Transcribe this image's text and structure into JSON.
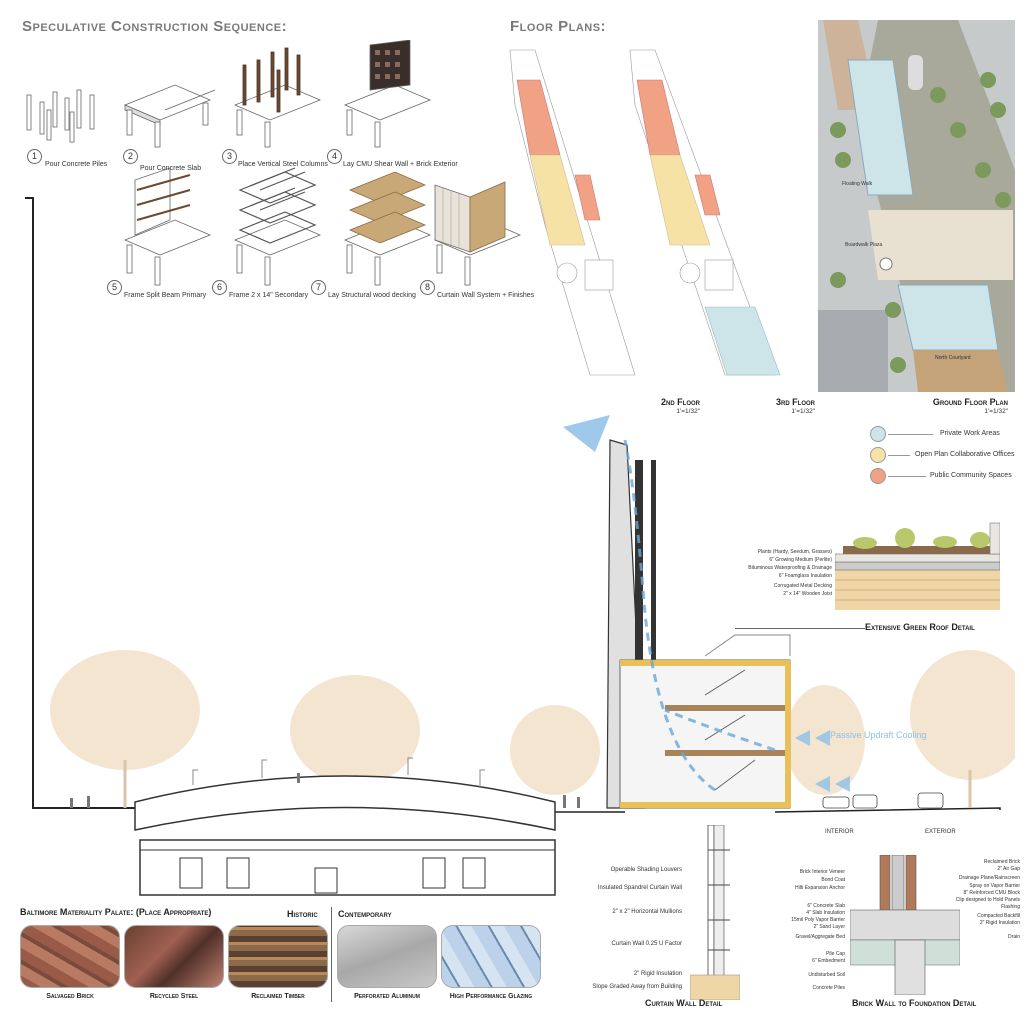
{
  "construction": {
    "title": "Speculative Construction Sequence:",
    "steps": [
      {
        "num": "1",
        "label": "Pour Concrete Piles"
      },
      {
        "num": "2",
        "label": "Pour Concrete Slab"
      },
      {
        "num": "3",
        "label": "Place Vertical Steel Columns"
      },
      {
        "num": "4",
        "label": "Lay CMU Shear Wall + Brick Exterior"
      },
      {
        "num": "5",
        "label": "Frame Split Beam Primary"
      },
      {
        "num": "6",
        "label": "Frame 2 x 14\" Secondary"
      },
      {
        "num": "7",
        "label": "Lay Structural wood decking"
      },
      {
        "num": "8",
        "label": "Curtain Wall System + Finishes"
      }
    ]
  },
  "floor_plans": {
    "title": "Floor Plans:",
    "plans": [
      {
        "name": "2nd Floor",
        "scale": "1'=1/32\""
      },
      {
        "name": "3rd Floor",
        "scale": "1'=1/32\""
      },
      {
        "name": "Ground Floor Plan",
        "scale": "1'=1/32\""
      }
    ],
    "ground_labels": {
      "a": "Floating Walk",
      "b": "Boardwalk Plaza",
      "c": "North Courtyard"
    },
    "legend": [
      {
        "label": "Private Work Areas",
        "color": "#cde5e8"
      },
      {
        "label": "Open Plan Collaborative  Offices",
        "color": "#f7e2a6"
      },
      {
        "label": "Public Community Spaces",
        "color": "#f1a184"
      }
    ]
  },
  "section": {
    "cooling_label": "Passive Updraft Cooling",
    "interior_label": "INTERIOR",
    "exterior_label": "EXTERIOR"
  },
  "green_roof": {
    "title": "Extensive Green Roof Detail",
    "notes": [
      "Plants (Hardy, Seedum, Grasses)",
      "6\" Growing Medium (Perlite)",
      "Bituminous Waterproofing & Drainage",
      "6\" Foamglass Insulation",
      "Corrugated Metal Decking",
      "2\" x 14\" Wooden Joist"
    ]
  },
  "curtain_wall": {
    "title": "Curtain Wall Detail",
    "notes": [
      "Operable Shading Louvers",
      "Insulated Spandrel Curtain Wall",
      "2\" x 2\" Horizontal Mullions",
      "Curtain Wall 0.25 U Factor",
      "2\" Rigid Insulation",
      "Slope Graded Away from Building"
    ]
  },
  "brick_wall": {
    "title": "Brick Wall to Foundation Detail",
    "left_notes": [
      "Brick Interior Veneer",
      "Bond Coat",
      "Hilti Expansion Anchor",
      "6\" Concrete Slab",
      "4\" Slab Insulation",
      "15mil Poly Vapor Barrier",
      "2\" Sand Layer",
      "Gravel/Aggregate Bed",
      "Pile Cap",
      "6\" Embedment",
      "Undisturbed Soil",
      "Concrete Piles"
    ],
    "right_notes": [
      "Reclaimed Brick",
      "2\" Air Gap",
      "Drainage Plane/Rainscreen",
      "Spray on Vapor Barrier",
      "8\" Reinforced CMU Block",
      "Clip designed to Hold Panels",
      "Flashing",
      "Compacted Backfill",
      "2\" Rigid Insulation",
      "Drain"
    ]
  },
  "materiality": {
    "title": "Baltimore Materiality Palate: (Place Appropriate)",
    "historic_label": "Historic",
    "contemporary_label": "Contemporary",
    "items": [
      {
        "label": "Salvaged Brick"
      },
      {
        "label": "Recycled Steel"
      },
      {
        "label": "Reclaimed Timber"
      },
      {
        "label": "Perforated Aluminum"
      },
      {
        "label": "High Performance Glazing"
      }
    ]
  }
}
